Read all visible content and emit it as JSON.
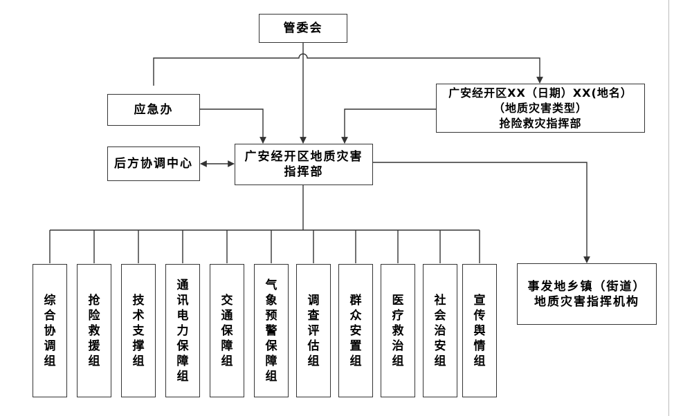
{
  "nodes": {
    "guanweihui": "管委会",
    "yingjiban": "应急办",
    "scene_cmd": "广安经开区XX（日期）XX(地名）\n（地质灾害类型）\n抢险救灾指挥部",
    "houfang": "后方协调中心",
    "main_cmd": "广安经开区地质灾害\n指挥部",
    "town_cmd": "事发地乡镇（街道）\n地质灾害指挥机构"
  },
  "groups": [
    "综\n合\n协\n调\n组",
    "抢\n险\n救\n援\n组",
    "技\n术\n支\n撑\n组",
    "通\n讯\n电\n力\n保\n障\n组",
    "交\n通\n保\n障\n组",
    "气\n象\n预\n警\n保\n障\n组",
    "调\n查\n评\n估\n组",
    "群\n众\n安\n置\n组",
    "医\n疗\n救\n治\n组",
    "社\n会\n治\n安\n组",
    "宣\n传\n舆\n情\n组"
  ],
  "colors": {
    "line": "#333333",
    "border": "#333333"
  }
}
